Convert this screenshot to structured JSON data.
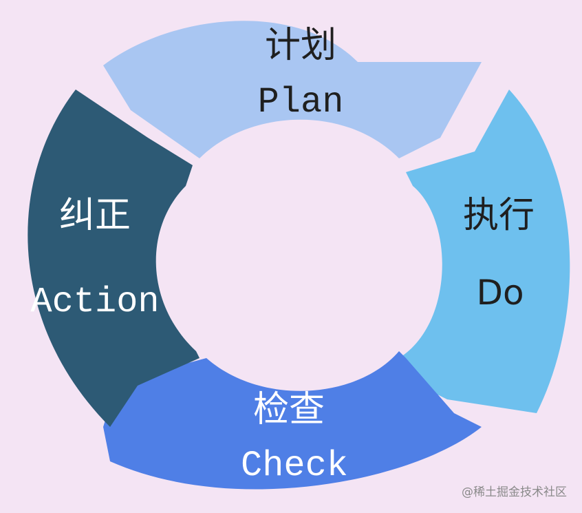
{
  "diagram": {
    "type": "cycle",
    "background_color": "#f4e4f4",
    "steps": [
      {
        "id": "plan",
        "cn": "计划",
        "en": "Plan",
        "color": "#a9c6f2",
        "text_color": "#1f1f1f"
      },
      {
        "id": "do",
        "cn": "执行",
        "en": "Do",
        "color": "#6ec0ee",
        "text_color": "#1f1f1f"
      },
      {
        "id": "check",
        "cn": "检查",
        "en": "Check",
        "color": "#4f7fe6",
        "text_color": "#ffffff"
      },
      {
        "id": "action",
        "cn": "纠正",
        "en": "Action",
        "color": "#2d5a75",
        "text_color": "#ffffff"
      }
    ]
  },
  "watermark": "@稀土掘金技术社区"
}
